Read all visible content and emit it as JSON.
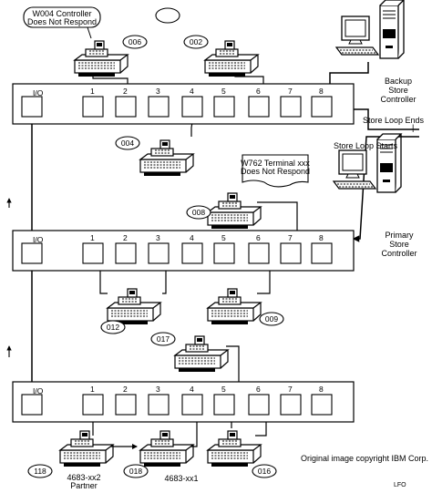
{
  "labels": {
    "w004": [
      "W004 Controller",
      "Does Not Respond"
    ],
    "w762": [
      "W762 Terminal xxx",
      "Does Not Respond"
    ],
    "backup": [
      "Backup",
      "Store",
      "Controller"
    ],
    "primary": [
      "Primary",
      "Store",
      "Controller"
    ],
    "loop_ends": "Store Loop Ends",
    "loop_starts": "Store Loop Starts",
    "copyright": "Original image copyright IBM Corp.",
    "corner_mark": "LFO",
    "partner_model": [
      "4683-xx2",
      "Partner"
    ],
    "terminal_model": "4683-xx1"
  },
  "panels": [
    {
      "io_label": "I/O",
      "ports": [
        "1",
        "2",
        "3",
        "4",
        "5",
        "6",
        "7",
        "8"
      ]
    },
    {
      "io_label": "I/O",
      "ports": [
        "1",
        "2",
        "3",
        "4",
        "5",
        "6",
        "7",
        "8"
      ]
    },
    {
      "io_label": "I/O",
      "ports": [
        "1",
        "2",
        "3",
        "4",
        "5",
        "6",
        "7",
        "8"
      ]
    }
  ],
  "terminals": [
    {
      "id": "006"
    },
    {
      "id": "002"
    },
    {
      "id": "004"
    },
    {
      "id": "008"
    },
    {
      "id": "012"
    },
    {
      "id": "009"
    },
    {
      "id": "017"
    },
    {
      "id": "118"
    },
    {
      "id": "018"
    },
    {
      "id": "016"
    }
  ],
  "top_oval": ""
}
